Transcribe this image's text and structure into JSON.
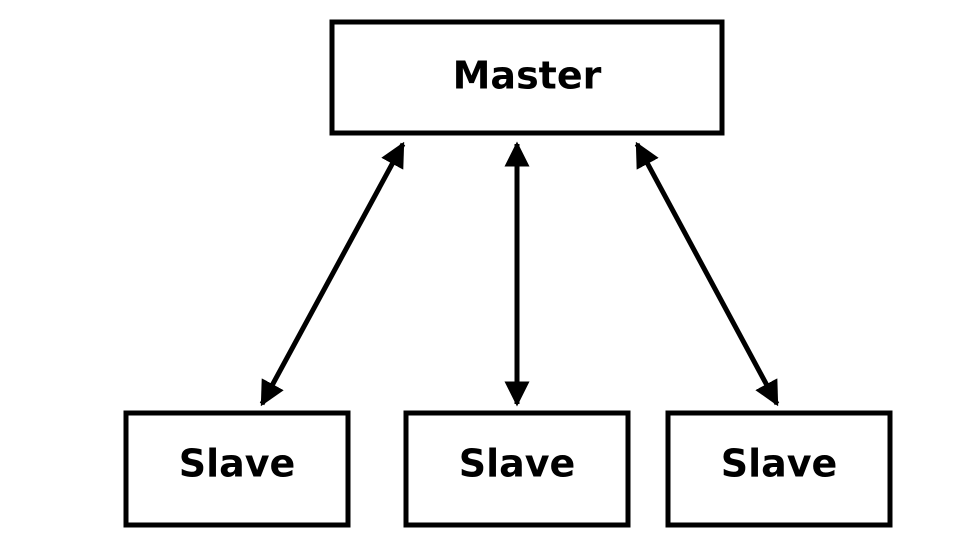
{
  "diagram": {
    "master": {
      "label": "Master"
    },
    "slaves": [
      {
        "label": "Slave"
      },
      {
        "label": "Slave"
      },
      {
        "label": "Slave"
      }
    ],
    "edges": [
      {
        "from": "master",
        "to": "slave-1",
        "direction": "bidirectional"
      },
      {
        "from": "master",
        "to": "slave-2",
        "direction": "bidirectional"
      },
      {
        "from": "master",
        "to": "slave-3",
        "direction": "bidirectional"
      }
    ]
  },
  "colors": {
    "stroke": "#000000",
    "background": "#ffffff"
  }
}
